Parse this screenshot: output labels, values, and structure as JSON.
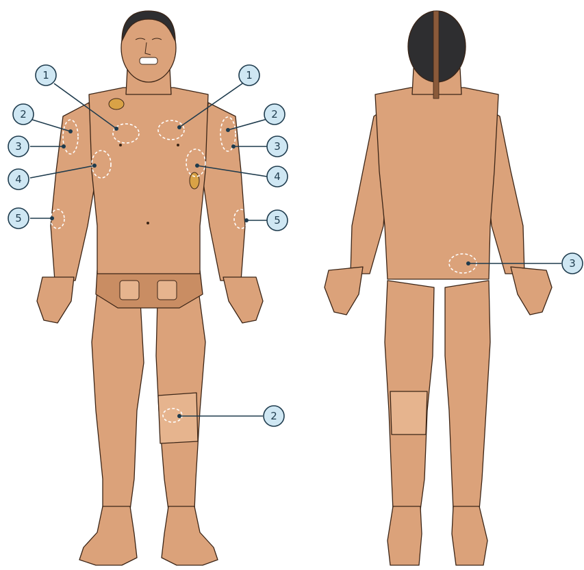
{
  "colors": {
    "skin": "#dba27a",
    "skin_light": "#e6b48e",
    "skin_shadow": "#c98d63",
    "outline": "#3a2416",
    "hair": "#2e2e30",
    "port": "#d9a246",
    "callout_fill": "#cfe7f3",
    "callout_stroke": "#1e3b4d",
    "leader": "#1e3b4d",
    "marker_ring": "#ffffff"
  },
  "figures": {
    "front": {
      "label": "front-view"
    },
    "back": {
      "label": "back-view"
    }
  },
  "callouts": {
    "front_1_left": "1",
    "front_1_right": "1",
    "front_2_left": "2",
    "front_2_right": "2",
    "front_3_left": "3",
    "front_3_right": "3",
    "front_4_left": "4",
    "front_4_right": "4",
    "front_5_left": "5",
    "front_5_right": "5",
    "front_2_knee": "2",
    "back_3": "3"
  }
}
